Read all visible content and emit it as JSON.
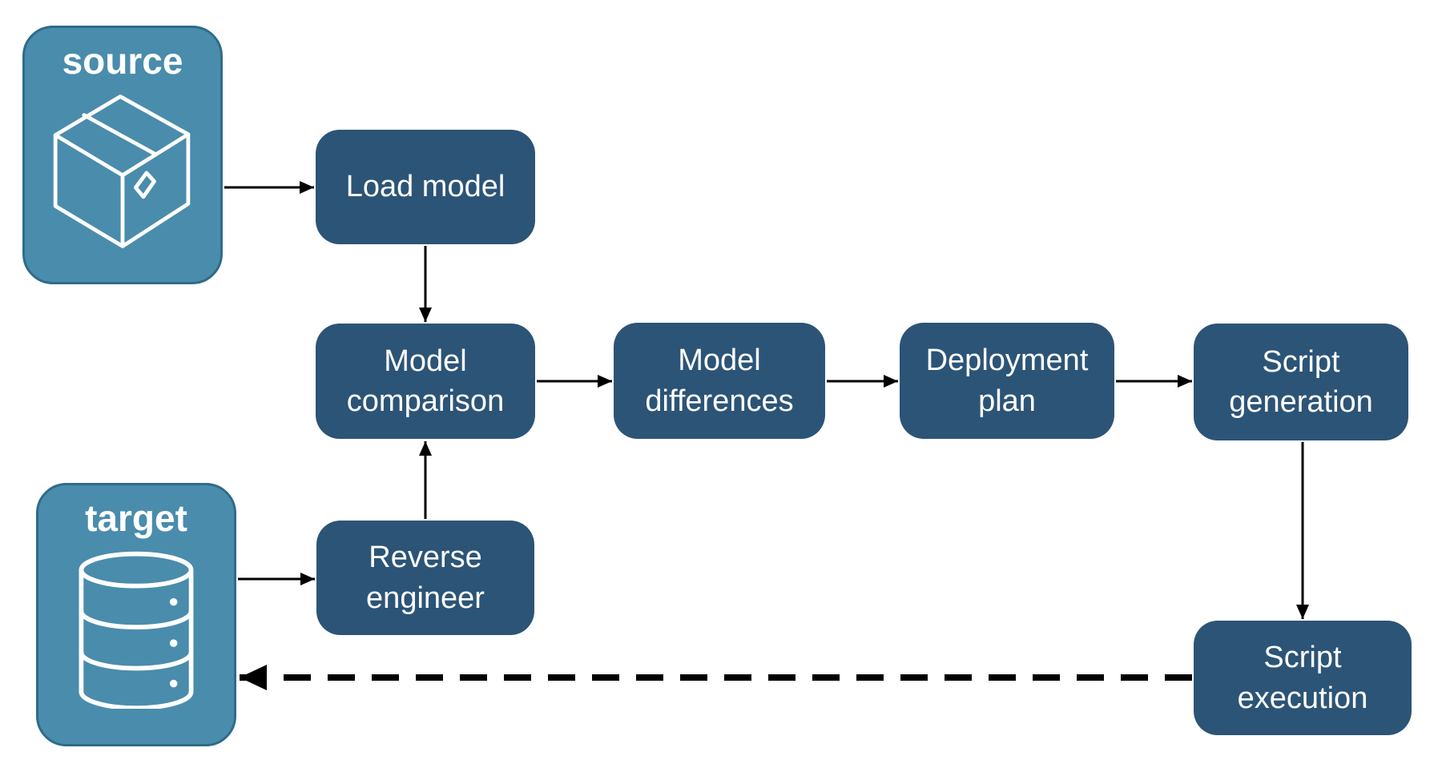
{
  "colors": {
    "background": "#FFFFFF",
    "node_fill": "#2C5476",
    "endpoint_fill": "#4A8CAC",
    "endpoint_border": "#2F6B8A",
    "text": "#FFFFFF",
    "arrow": "#000000"
  },
  "endpoints": {
    "source": {
      "label": "source",
      "icon": "package-icon"
    },
    "target": {
      "label": "target",
      "icon": "database-icon"
    }
  },
  "nodes": {
    "load_model": {
      "label": "Load model"
    },
    "model_comparison": {
      "label": "Model comparison"
    },
    "model_differences": {
      "label": "Model differences"
    },
    "deployment_plan": {
      "label": "Deployment plan"
    },
    "script_generation": {
      "label": "Script generation"
    },
    "reverse_engineer": {
      "label": "Reverse engineer"
    },
    "script_execution": {
      "label": "Script execution"
    }
  },
  "edges": [
    {
      "from": "source",
      "to": "load_model",
      "style": "solid"
    },
    {
      "from": "load_model",
      "to": "model_comparison",
      "style": "solid"
    },
    {
      "from": "model_comparison",
      "to": "model_differences",
      "style": "solid"
    },
    {
      "from": "model_differences",
      "to": "deployment_plan",
      "style": "solid"
    },
    {
      "from": "deployment_plan",
      "to": "script_generation",
      "style": "solid"
    },
    {
      "from": "script_generation",
      "to": "script_execution",
      "style": "solid"
    },
    {
      "from": "target",
      "to": "reverse_engineer",
      "style": "solid"
    },
    {
      "from": "reverse_engineer",
      "to": "model_comparison",
      "style": "solid"
    },
    {
      "from": "script_execution",
      "to": "target",
      "style": "dashed"
    }
  ]
}
